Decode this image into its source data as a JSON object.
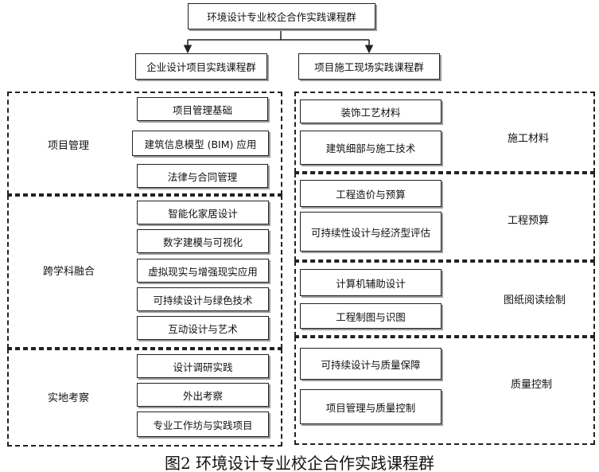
{
  "top": {
    "title": "环境设计专业校企合作实践课程群"
  },
  "branches": {
    "left": "企业设计项目实践课程群",
    "right": "项目施工现场实践课程群"
  },
  "left_groups": [
    {
      "label": "项目管理",
      "courses": [
        "项目管理基础",
        "建筑信息模型 (BIM) 应用",
        "法律与合同管理"
      ]
    },
    {
      "label": "跨学科融合",
      "courses": [
        "智能化家居设计",
        "数字建模与可视化",
        "虚拟现实与增强现实应用",
        "可持续设计与绿色技术",
        "互动设计与艺术"
      ]
    },
    {
      "label": "实地考察",
      "courses": [
        "设计调研实践",
        "外出考察",
        "专业工作坊与实践项目"
      ]
    }
  ],
  "right_groups": [
    {
      "label": "施工材料",
      "courses": [
        "装饰工艺材料",
        "建筑细部与施工技术"
      ]
    },
    {
      "label": "工程预算",
      "courses": [
        "工程造价与预算",
        "可持续性设计与经济型评估"
      ]
    },
    {
      "label": "图纸阅读绘制",
      "courses": [
        "计算机辅助设计",
        "工程制图与识图"
      ]
    },
    {
      "label": "质量控制",
      "courses": [
        "可持续设计与质量保障",
        "项目管理与质量控制"
      ]
    }
  ],
  "caption": "图2 环境设计专业校企合作实践课程群"
}
